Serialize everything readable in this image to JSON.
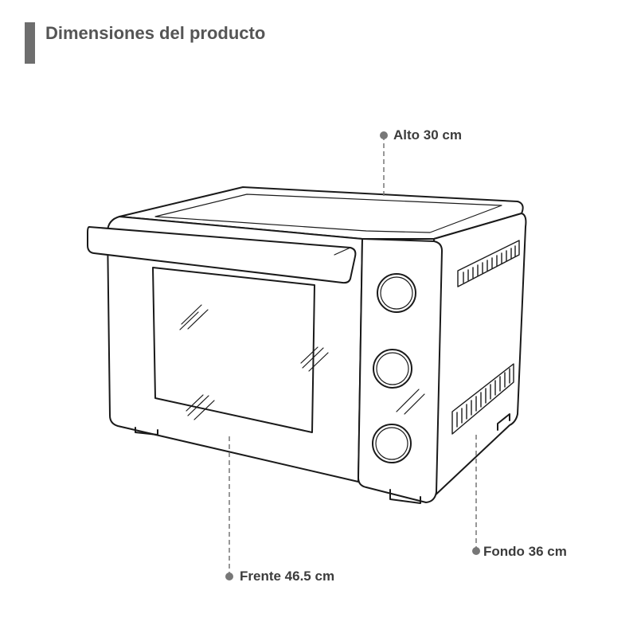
{
  "header": {
    "title": "Dimensiones del producto"
  },
  "dimensions": {
    "height_label": "Alto 30 cm",
    "depth_label": "Fondo 36 cm",
    "width_label": "Frente 46.5 cm"
  },
  "colors": {
    "accent_bar": "#6e6e6e",
    "title_text": "#555555",
    "label_text": "#3c3c3c",
    "dim_line": "#777777",
    "oven_stroke": "#1a1a1a"
  }
}
